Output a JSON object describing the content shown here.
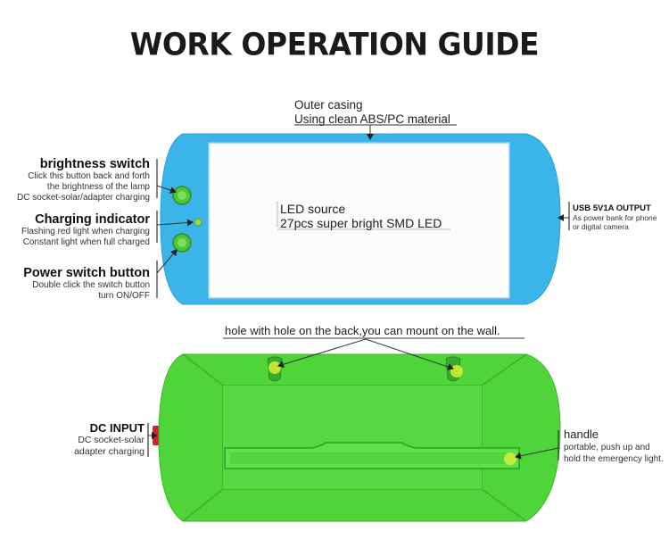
{
  "title": "WORK OPERATION GUIDE",
  "outer_casing": {
    "line1": "Outer casing",
    "line2": "Using clean ABS/PC material"
  },
  "led_source": {
    "line1": "LED source",
    "line2": "27pcs super bright SMD LED"
  },
  "brightness_switch": {
    "title": "brightness switch",
    "lines": [
      "Click this button back and forth",
      "the brightness of the lamp",
      "DC socket-solar/adapter charging"
    ]
  },
  "charging_indicator": {
    "title": "Charging indicator",
    "lines": [
      "Flashing red light when charging",
      "Constant light when full charged"
    ]
  },
  "power_switch": {
    "title": "Power switch button",
    "lines": [
      "Double click the switch button",
      "turn ON/OFF"
    ]
  },
  "usb_output": {
    "title": "USB 5V1A OUTPUT",
    "lines": [
      "As power bank for phone",
      "or digital camera"
    ]
  },
  "mount_hole": {
    "text": "hole with hole on the back,you can mount on the wall."
  },
  "dc_input": {
    "title": "DC INPUT",
    "lines": [
      "DC socket-solar",
      "adapter charging"
    ]
  },
  "handle": {
    "title": "handle",
    "lines": [
      "portable, push up and",
      "hold the emergency light."
    ]
  },
  "colors": {
    "casing_blue": "#3bb4ea",
    "body_green": "#4fd43a",
    "usb_red": "#d8202a",
    "accent_yellow": "#d8f03a"
  }
}
